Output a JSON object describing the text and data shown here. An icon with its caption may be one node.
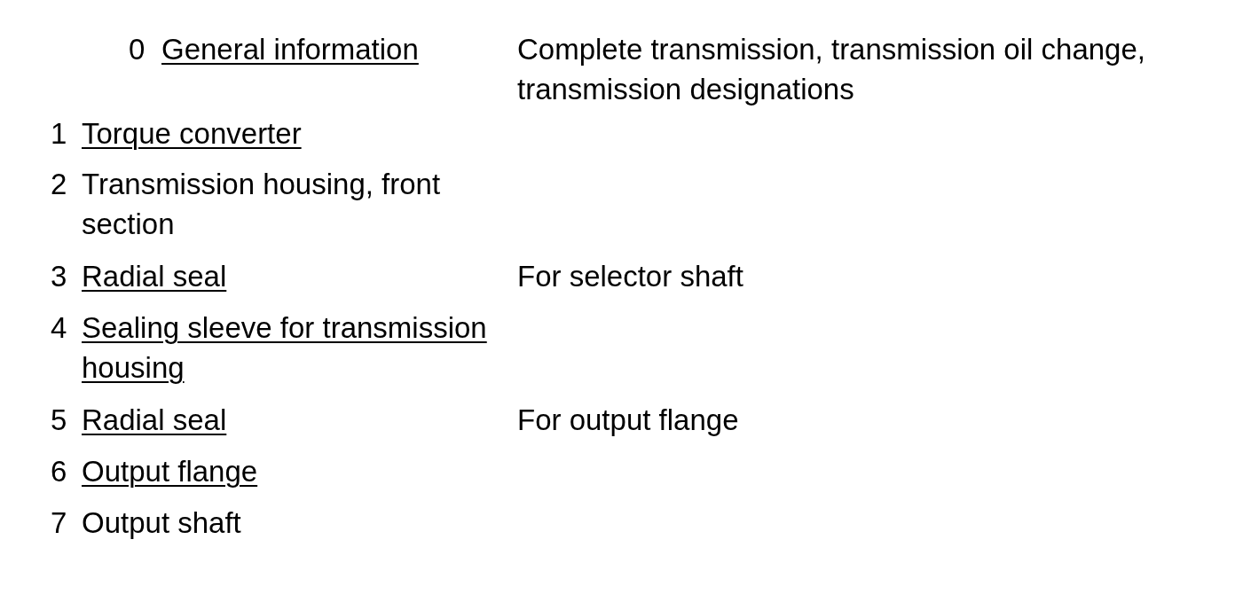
{
  "diagram": {
    "labels": [
      "0",
      "General information",
      "Complete transmission, transmission oil change, transmission designations",
      "1",
      "Torque converter",
      "2",
      "Transmission housing, front section",
      "3",
      "Radial seal",
      "For selector shaft",
      "4",
      "Sealing sleeve for transmission housing",
      "5",
      "Radial seal",
      "For output flange",
      "6",
      "Output flange",
      "7",
      "Output shaft"
    ]
  }
}
